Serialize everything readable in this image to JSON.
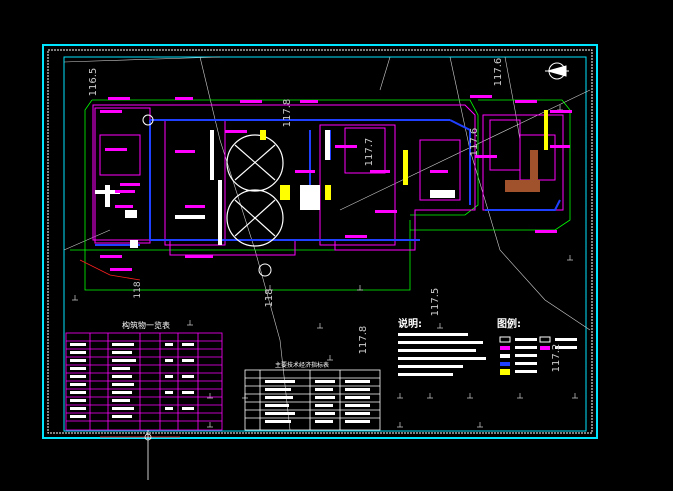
{
  "elevations": [
    {
      "id": "e1",
      "text": "116.5"
    },
    {
      "id": "e2",
      "text": "117.8"
    },
    {
      "id": "e3",
      "text": "117.7"
    },
    {
      "id": "e4",
      "text": "117.6"
    },
    {
      "id": "e5",
      "text": "117.6"
    },
    {
      "id": "e6",
      "text": "118"
    },
    {
      "id": "e7",
      "text": "117.5"
    },
    {
      "id": "e8",
      "text": "117.8"
    },
    {
      "id": "e9",
      "text": "117.2"
    },
    {
      "id": "e10",
      "text": "118"
    }
  ],
  "notes": {
    "title": "说明:",
    "legend_title": "图例:"
  },
  "tables": {
    "buildings_title": "构筑物一览表",
    "tech_title": "主要技术经济指标表"
  },
  "colors": {
    "frame_cyan": "#00e5ff",
    "border_white": "#ffffff",
    "outline_magenta": "#ff00ff",
    "pipe_blue": "#2040ff",
    "fill_yellow": "#ffff00",
    "line_green": "#00ff00",
    "brown": "#a0522d"
  }
}
